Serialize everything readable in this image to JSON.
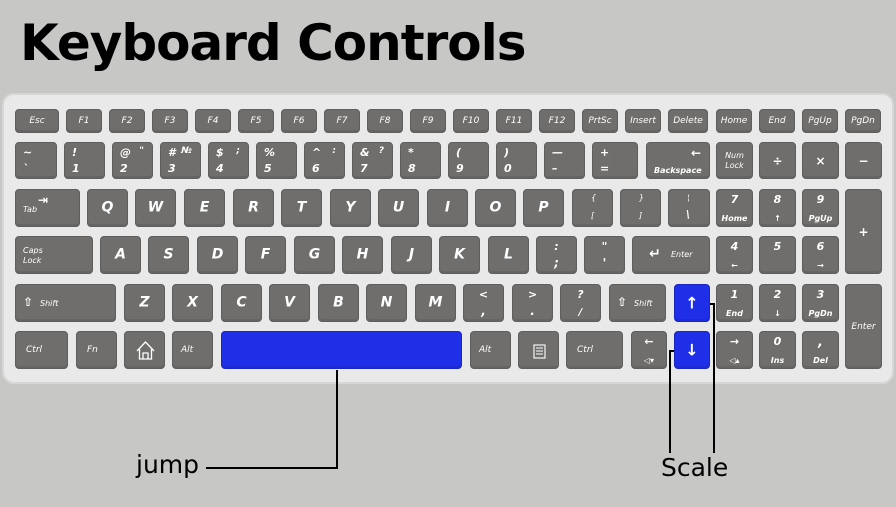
{
  "title": "Keyboard Controls",
  "callouts": {
    "jump": "jump",
    "scale": "Scale"
  },
  "keys": {
    "esc": "Esc",
    "f1": "F1",
    "f2": "F2",
    "f3": "F3",
    "f4": "F4",
    "f5": "F5",
    "f6": "F6",
    "f7": "F7",
    "f8": "F8",
    "f9": "F9",
    "f10": "F10",
    "f11": "F11",
    "f12": "F12",
    "prtsc": "PrtSc",
    "insert": "Insert",
    "delete": "Delete",
    "home": "Home",
    "end": "End",
    "pgup": "PgUp",
    "pgdn": "PgDn",
    "tilde": "~",
    "backtick": "`",
    "d1": "1",
    "d1s": "!",
    "d2": "2",
    "d2s": "@",
    "d2x": "\"",
    "d3": "3",
    "d3s": "#",
    "d3x": "№",
    "d4": "4",
    "d4s": "$",
    "d4x": ";",
    "d5": "5",
    "d5s": "%",
    "d6": "6",
    "d6s": "^",
    "d6x": ":",
    "d7": "7",
    "d7s": "&",
    "d7x": "?",
    "d8": "8",
    "d8s": "*",
    "d9": "9",
    "d9s": "(",
    "d0": "0",
    "d0s": ")",
    "minus": "–",
    "minus_s": "—",
    "equals": "=",
    "plus": "+",
    "backspace": "Backspace",
    "numlock1": "Num",
    "numlock2": "Lock",
    "divide": "÷",
    "multiply": "×",
    "npminus": "−",
    "tab": "Tab",
    "q": "Q",
    "w": "W",
    "e": "E",
    "r": "R",
    "t": "T",
    "y": "Y",
    "u": "U",
    "i": "I",
    "o": "O",
    "p": "P",
    "lbrace": "{",
    "lbracket": "[",
    "rbrace": "}",
    "rbracket": "]",
    "pipe": "¦",
    "backslash": "\\",
    "np7": "7",
    "np7s": "Home",
    "np8": "8",
    "np8s": "↑",
    "np9": "9",
    "np9s": "PgUp",
    "npplus": "+",
    "caps1": "Caps",
    "caps2": "Lock",
    "a": "A",
    "s": "S",
    "d": "D",
    "f": "F",
    "g": "G",
    "h": "H",
    "j": "J",
    "k": "K",
    "l": "L",
    "colon": ":",
    "semicolon": ";",
    "quote": "\"",
    "apos": "'",
    "enter": "Enter",
    "np4": "4",
    "np4s": "←",
    "np5": "5",
    "np6": "6",
    "np6s": "→",
    "shift": "Shift",
    "z": "Z",
    "x": "X",
    "c": "C",
    "v": "V",
    "b": "B",
    "n": "N",
    "m": "M",
    "lt": "<",
    "comma": ",",
    "gt": ">",
    "period": ".",
    "question": "?",
    "slash": "/",
    "up": "↑",
    "np1": "1",
    "np1s": "End",
    "np2": "2",
    "np2s": "↓",
    "np3": "3",
    "np3s": "PgDn",
    "npenter": "Enter",
    "ctrl": "Ctrl",
    "fn": "Fn",
    "alt": "Alt",
    "altgr": "Alt",
    "left": "←",
    "down": "↓",
    "right": "→",
    "np0": "0",
    "np0s": "Ins",
    "npdot": ",",
    "npdots": "Del",
    "vol_down": "◁▾",
    "vol_up": "◁▴"
  },
  "colors": {
    "background": "#c7c8c6",
    "key": "#6f6e6c",
    "highlight": "#1f2fe8"
  },
  "icons": {
    "home": "home-icon",
    "menu": "menu-icon",
    "tab": "tab-arrows-icon",
    "shift": "shift-arrow-icon",
    "enter": "enter-arrow-icon",
    "backspace": "backspace-arrow-icon"
  }
}
